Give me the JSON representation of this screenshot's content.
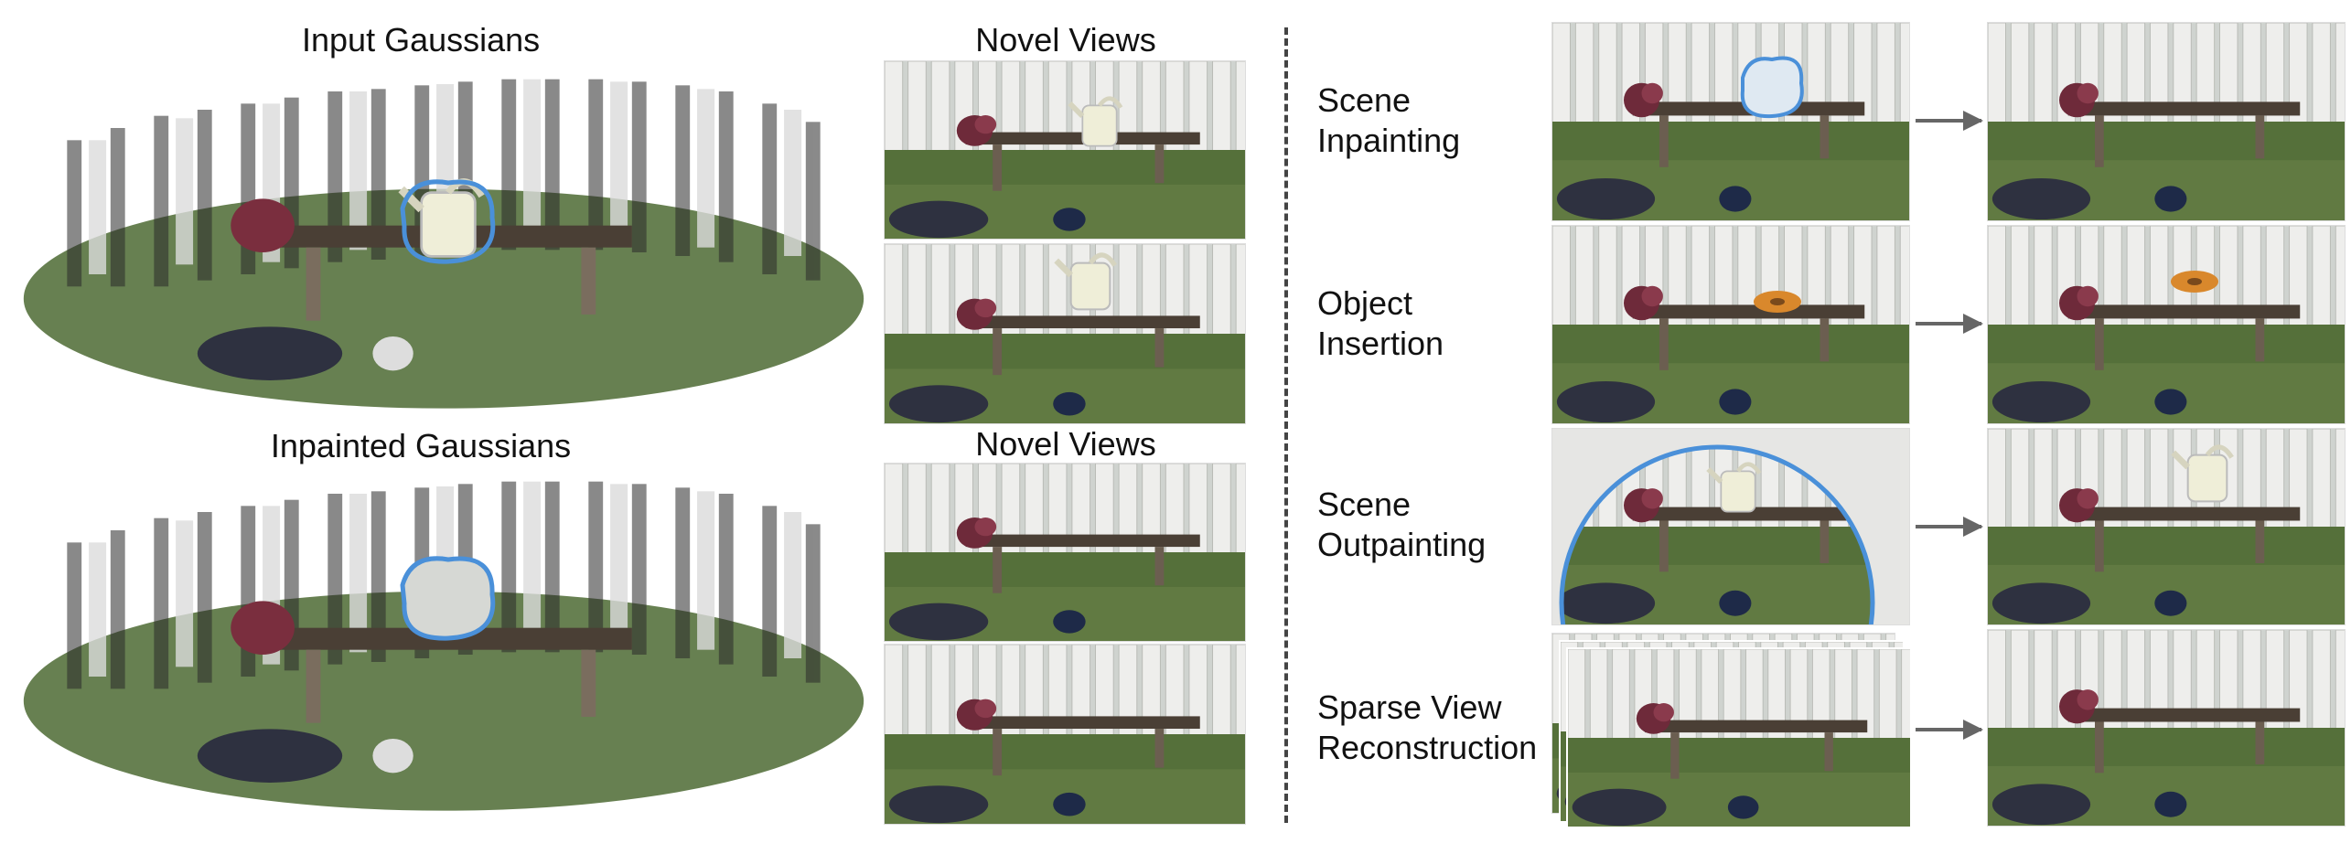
{
  "left": {
    "input_title": "Input Gaussians",
    "inpainted_title": "Inpainted Gaussians",
    "novel_views_title_top": "Novel Views",
    "novel_views_title_bottom": "Novel Views"
  },
  "right": {
    "rows": [
      {
        "label": "Scene\nInpainting"
      },
      {
        "label": "Object\nInsertion"
      },
      {
        "label": "Scene\nOutpainting"
      },
      {
        "label": "Sparse View\nReconstruction"
      }
    ]
  },
  "colors": {
    "fence": "#e8e8e6",
    "grass": "#4f6b33",
    "bench": "#4a3f35",
    "mask_outline": "#4a90d9",
    "arrow": "#666666"
  }
}
